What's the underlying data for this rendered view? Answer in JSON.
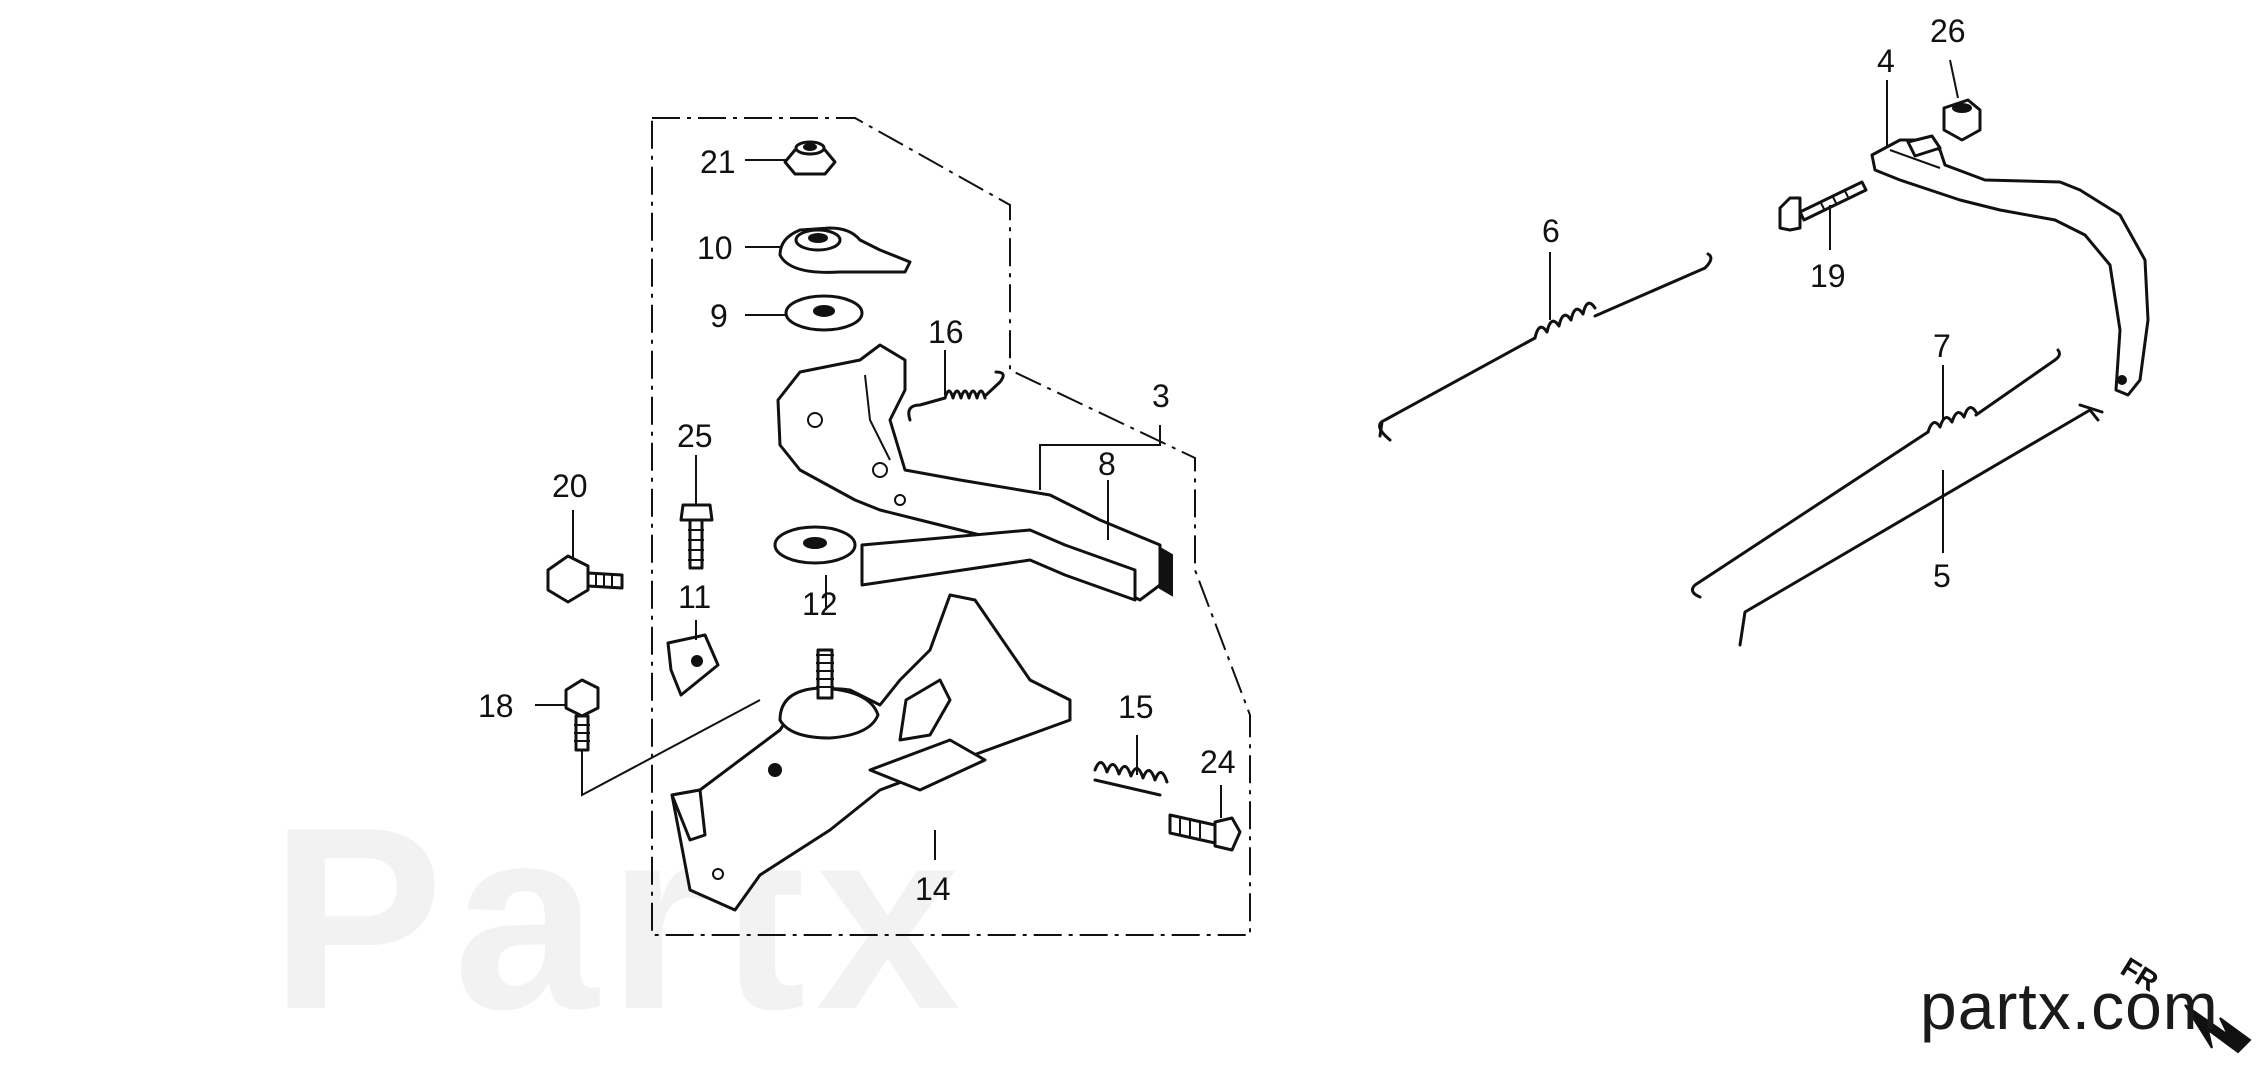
{
  "callouts": {
    "c3": "3",
    "c4": "4",
    "c5": "5",
    "c6": "6",
    "c7": "7",
    "c8": "8",
    "c9": "9",
    "c10": "10",
    "c11": "11",
    "c12": "12",
    "c14": "14",
    "c15": "15",
    "c16": "16",
    "c18": "18",
    "c19": "19",
    "c20": "20",
    "c21": "21",
    "c24": "24",
    "c25": "25",
    "c26": "26"
  },
  "brand": {
    "text": "partx.com",
    "arrow_label": "FR",
    "watermark": "Partx"
  }
}
